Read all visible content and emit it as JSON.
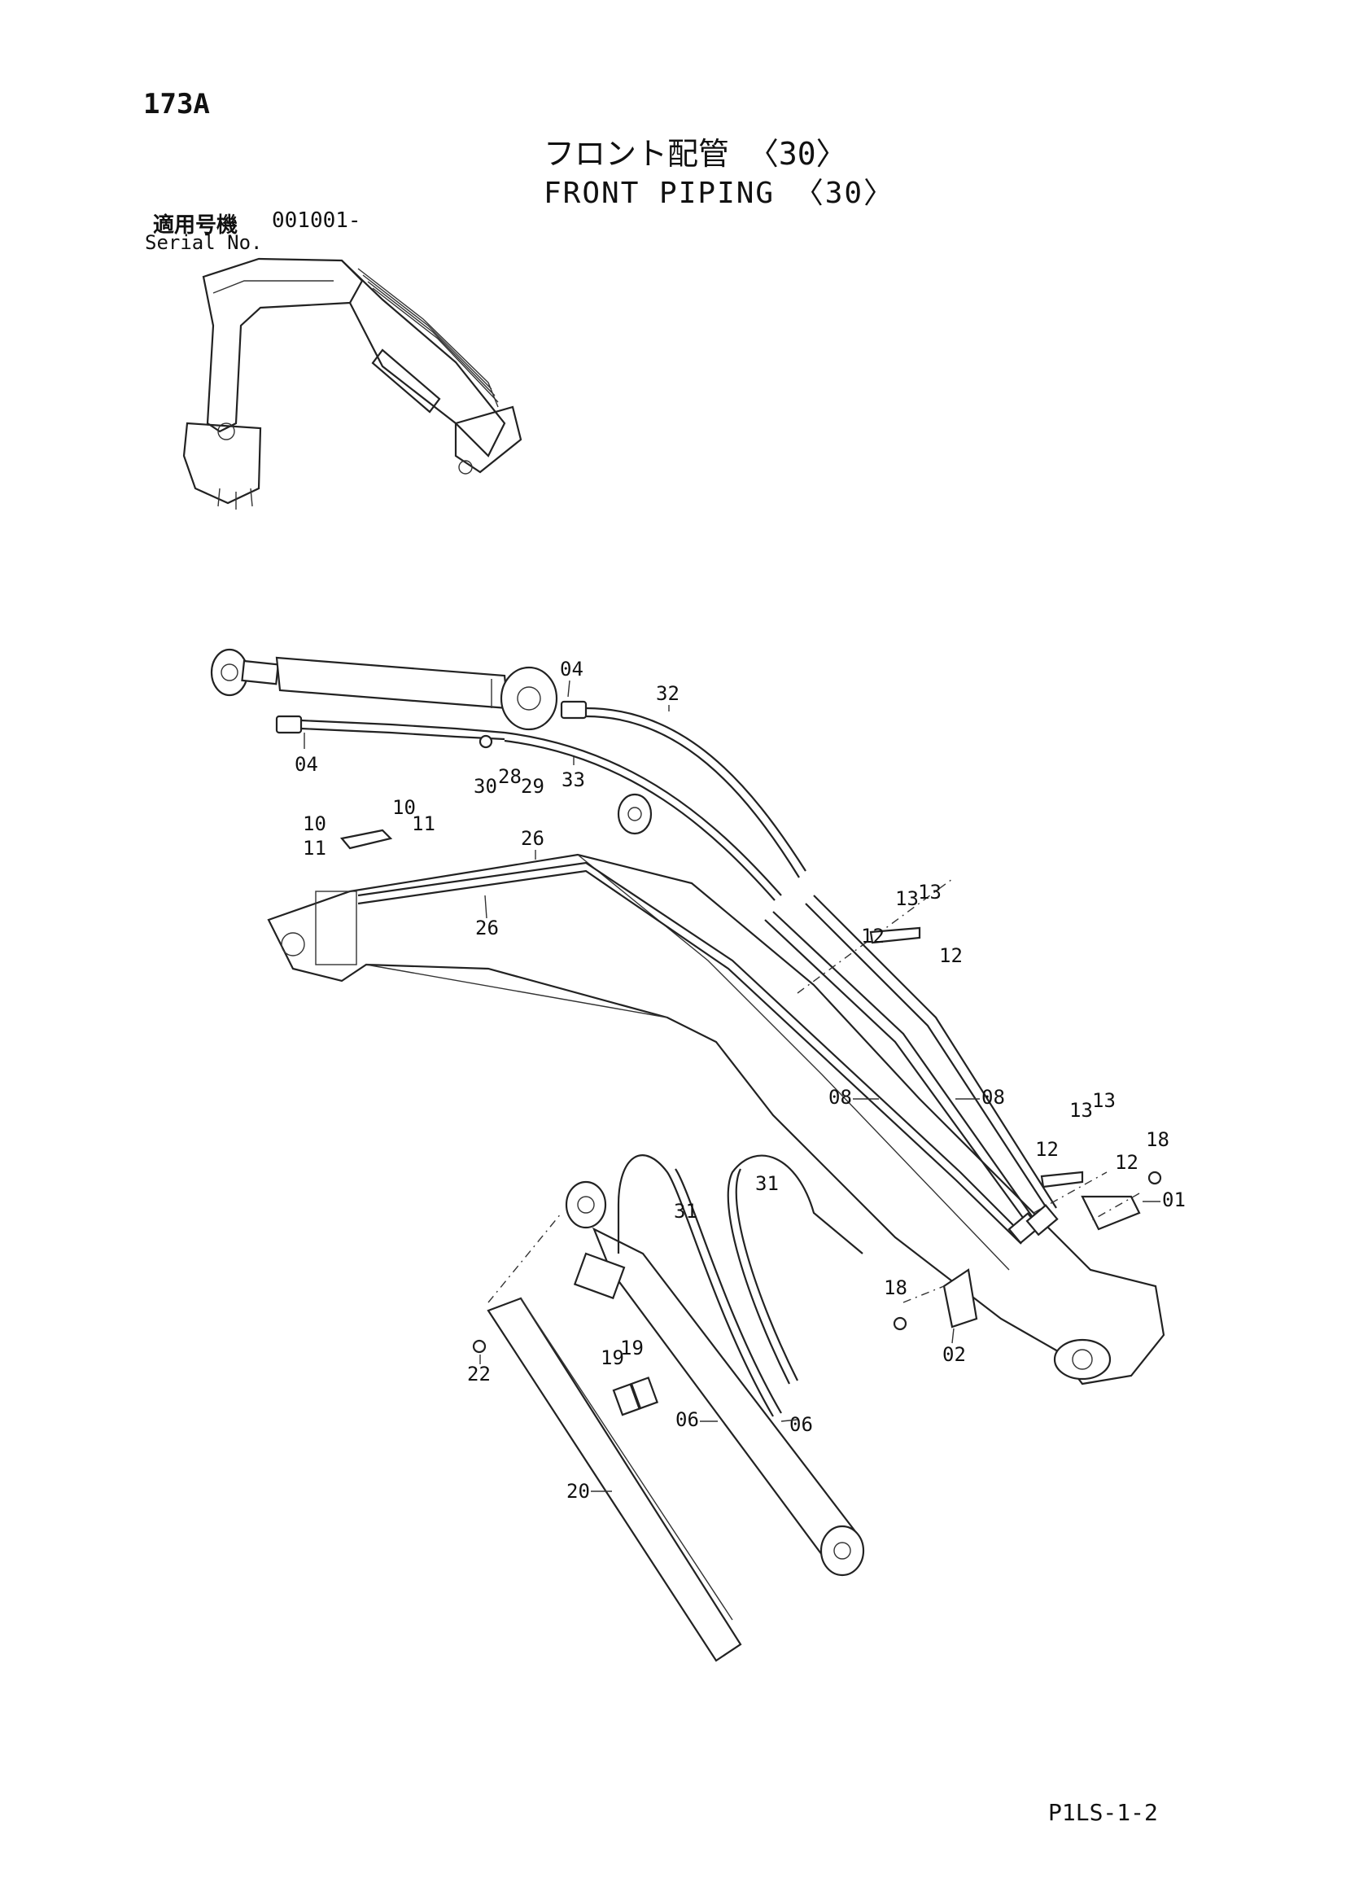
{
  "page_number": "173A",
  "title_jp": "フロント配管 〈30〉",
  "title_en": "FRONT PIPING 〈30〉",
  "serial": {
    "label_jp": "適用号機",
    "value": "001001-",
    "label_en": "Serial No."
  },
  "doc_code": "P1LS-1-2",
  "callouts": [
    "04",
    "32",
    "04",
    "30",
    "28",
    "29",
    "33",
    "10",
    "10",
    "11",
    "11",
    "26",
    "26",
    "13",
    "13",
    "12",
    "12",
    "08",
    "08",
    "13",
    "13",
    "12",
    "12",
    "18",
    "01",
    "31",
    "31",
    "18",
    "02",
    "22",
    "19",
    "19",
    "06",
    "06",
    "20"
  ]
}
